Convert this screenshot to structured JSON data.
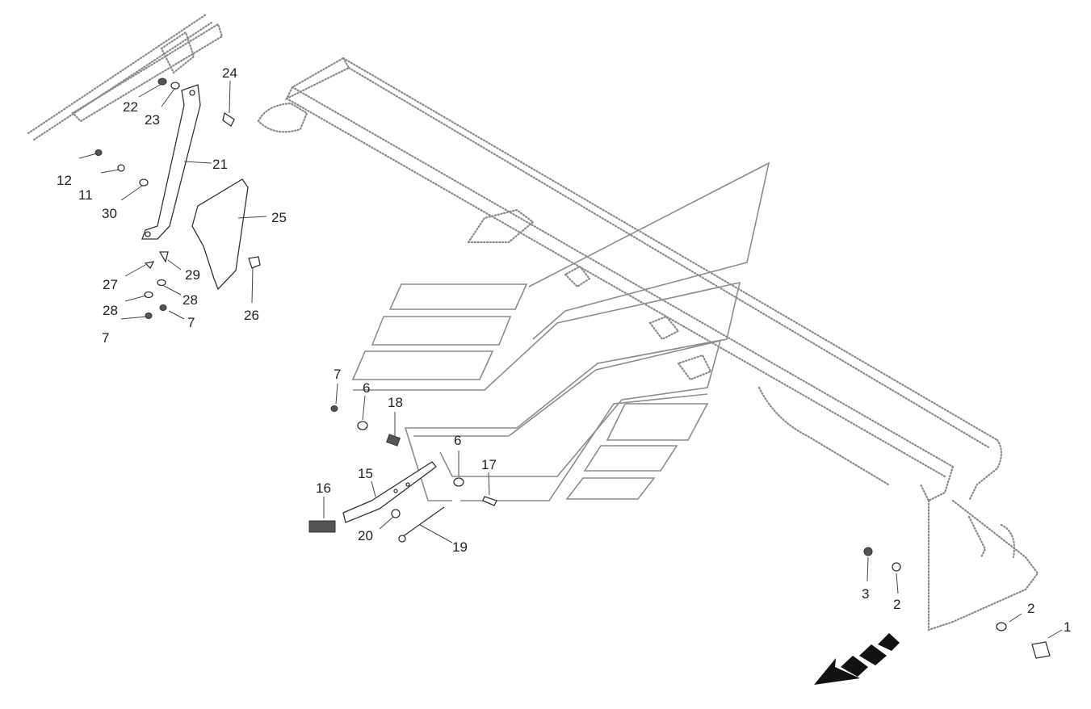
{
  "callouts": [
    {
      "id": "c1",
      "text": "1"
    },
    {
      "id": "c2a",
      "text": "2"
    },
    {
      "id": "c2b",
      "text": "2"
    },
    {
      "id": "c3",
      "text": "3"
    },
    {
      "id": "c6a",
      "text": "6"
    },
    {
      "id": "c6b",
      "text": "6"
    },
    {
      "id": "c7a",
      "text": "7"
    },
    {
      "id": "c7b",
      "text": "7"
    },
    {
      "id": "c7c",
      "text": "7"
    },
    {
      "id": "c11",
      "text": "11"
    },
    {
      "id": "c12",
      "text": "12"
    },
    {
      "id": "c15",
      "text": "15"
    },
    {
      "id": "c16",
      "text": "16"
    },
    {
      "id": "c17",
      "text": "17"
    },
    {
      "id": "c18",
      "text": "18"
    },
    {
      "id": "c19",
      "text": "19"
    },
    {
      "id": "c20",
      "text": "20"
    },
    {
      "id": "c21",
      "text": "21"
    },
    {
      "id": "c22",
      "text": "22"
    },
    {
      "id": "c23",
      "text": "23"
    },
    {
      "id": "c24",
      "text": "24"
    },
    {
      "id": "c25",
      "text": "25"
    },
    {
      "id": "c26",
      "text": "26"
    },
    {
      "id": "c27",
      "text": "27"
    },
    {
      "id": "c28a",
      "text": "28"
    },
    {
      "id": "c28b",
      "text": "28"
    },
    {
      "id": "c29",
      "text": "29"
    },
    {
      "id": "c30",
      "text": "30"
    }
  ],
  "colors": {
    "frame": "#8a8a8a",
    "part": "#333333",
    "text": "#222222"
  }
}
